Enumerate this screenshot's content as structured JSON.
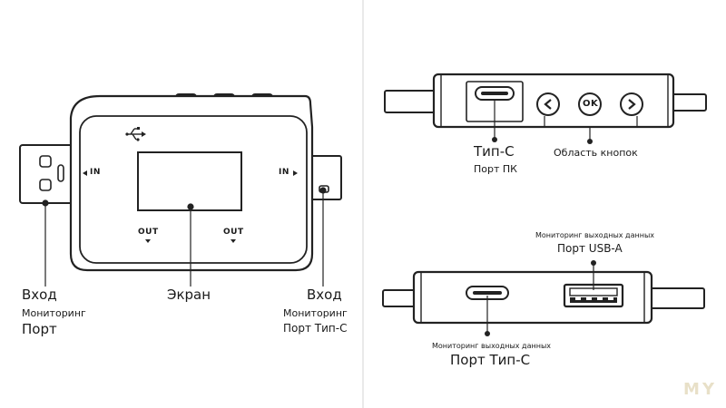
{
  "left_panel": {
    "in_left": "IN",
    "in_right": "IN",
    "out_left": "OUT",
    "out_right": "OUT",
    "input_left": {
      "line1": "Вход",
      "line2": "Мониторинг",
      "line3": "Порт"
    },
    "screen": "Экран",
    "input_right": {
      "line1": "Вход",
      "line2": "Мониторинг",
      "line3": "Порт Тип-С"
    }
  },
  "top_right": {
    "ok_button": "OK",
    "type_c": "Тип-С",
    "pc_port": "Порт ПК",
    "button_area": "Область кнопок"
  },
  "bottom_right": {
    "usb_a_caption": "Мониторинг выходных данных",
    "usb_a_port": "Порт USB-A",
    "typec_caption": "Мониторинг выходных данных",
    "typec_port": "Порт Тип-С"
  },
  "watermark": "MY"
}
